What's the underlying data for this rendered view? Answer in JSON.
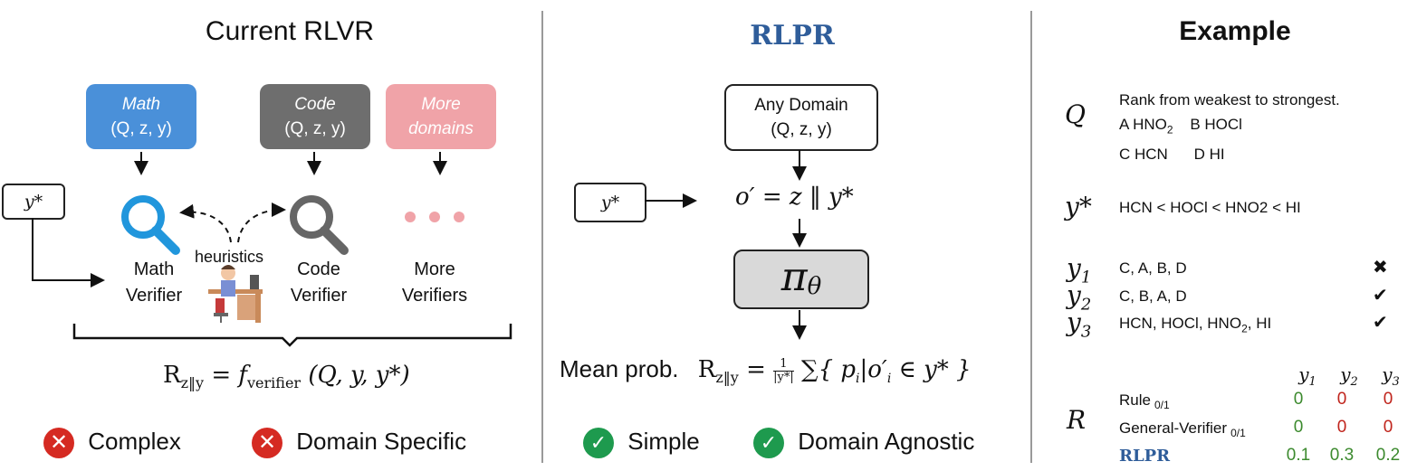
{
  "left": {
    "title": "Current RLVR",
    "domains": [
      {
        "name": "Math",
        "sub": "(Q, z, y)",
        "color": "#4a90d9"
      },
      {
        "name": "Code",
        "sub": "(Q, z, y)",
        "color": "#6e6e6e"
      },
      {
        "name": "More domains",
        "sub": "",
        "color": "#f0a3a8"
      }
    ],
    "ystar": "y*",
    "heuristics": "heuristics",
    "verifiers": [
      "Math Verifier",
      "Code Verifier",
      "More Verifiers"
    ],
    "formula_lhs": "R",
    "formula_sub": "z‖y",
    "formula_fn": "f",
    "formula_fn_sub": "verifier",
    "formula_args": "(Q, y, y*)",
    "badges": [
      "Complex",
      "Domain Specific"
    ]
  },
  "middle": {
    "title": "RLPR",
    "any_domain": "Any Domain",
    "any_sub": "(Q, z, y)",
    "ystar": "y*",
    "concat": "o′ = z ‖ y*",
    "policy": "π",
    "policy_sub": "θ",
    "mean_label": "Mean prob.",
    "formula_lhs": "R",
    "formula_sub": "z‖y",
    "frac_num": "1",
    "frac_den": "|y*|",
    "sum_body": "∑{ p",
    "sum_i": "i",
    "sum_rest": "|o′",
    "sum_i2": "i",
    "sum_end": " ∈ y* }",
    "badges": [
      "Simple",
      "Domain Agnostic"
    ]
  },
  "right": {
    "title": "Example",
    "q_sym": "Q",
    "q_line1": "Rank from weakest to strongest.",
    "q_line2a": "A HNO",
    "q_line2a_sub": "2",
    "q_line2b": "B HOCl",
    "q_line3a": "C HCN",
    "q_line3b": "D HI",
    "ystar_sym": "y*",
    "ystar_val": "HCN < HOCl < HNO2 < HI",
    "answers": [
      {
        "sym": "y",
        "sub": "1",
        "text": "C, A, B, D",
        "mark": "✖"
      },
      {
        "sym": "y",
        "sub": "2",
        "text": "C, B, A, D",
        "mark": "✔"
      },
      {
        "sym": "y",
        "sub": "3",
        "text": "HCN, HOCl, HNO",
        "text_sub": "2",
        "text_end": ", HI",
        "mark": "✔"
      }
    ],
    "r_sym": "R",
    "cols": [
      {
        "sym": "y",
        "sub": "1"
      },
      {
        "sym": "y",
        "sub": "2"
      },
      {
        "sym": "y",
        "sub": "3"
      }
    ],
    "rows": [
      {
        "label": "Rule",
        "label_sub": "0/1",
        "values": [
          "0",
          "0",
          "0"
        ]
      },
      {
        "label": "General-Verifier",
        "label_sub": "0/1",
        "values": [
          "0",
          "0",
          "0"
        ]
      },
      {
        "label": "RLPR",
        "label_sub": "",
        "values": [
          "0.1",
          "0.3",
          "0.2"
        ]
      }
    ],
    "colors": {
      "green": "#3c8a2e",
      "red": "#c0241c",
      "blue": "#2f5d9a"
    }
  }
}
